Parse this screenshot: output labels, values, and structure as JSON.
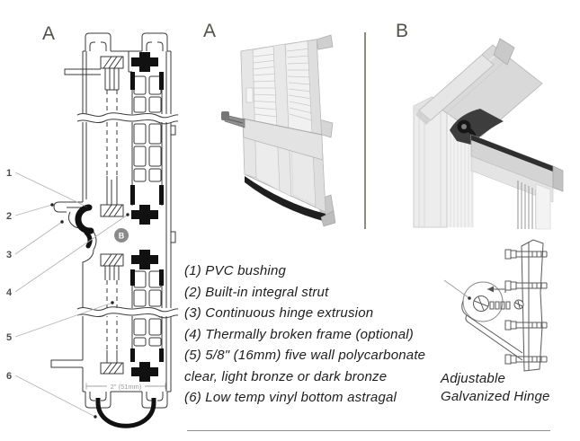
{
  "colors": {
    "ink": "#3a3a3a",
    "black_fill": "#111111",
    "section_label": "#52514a",
    "leader_line": "#b3b3b3",
    "muted_gray": "#9a9a9a",
    "badge_gray": "#8a8a8a"
  },
  "diagram": {
    "label": "A",
    "badge_label": "B",
    "dimension_label": "2\" (51mm)",
    "callouts": [
      {
        "n": "1"
      },
      {
        "n": "2"
      },
      {
        "n": "3"
      },
      {
        "n": "4"
      },
      {
        "n": "5"
      },
      {
        "n": "6"
      }
    ]
  },
  "photo_a": {
    "label": "A"
  },
  "photo_b": {
    "label": "B"
  },
  "parts_list": {
    "lines": [
      "(1) PVC bushing",
      "(2) Built-in integral strut",
      "(3) Continuous hinge extrusion",
      "(4) Thermally broken frame (optional)",
      "(5) 5/8\" (16mm) five wall polycarbonate",
      "clear, light bronze or dark bronze",
      "(6) Low temp vinyl bottom astragal"
    ]
  },
  "hinge_figure": {
    "caption_line1": "Adjustable",
    "caption_line2": "Galvanized Hinge"
  }
}
